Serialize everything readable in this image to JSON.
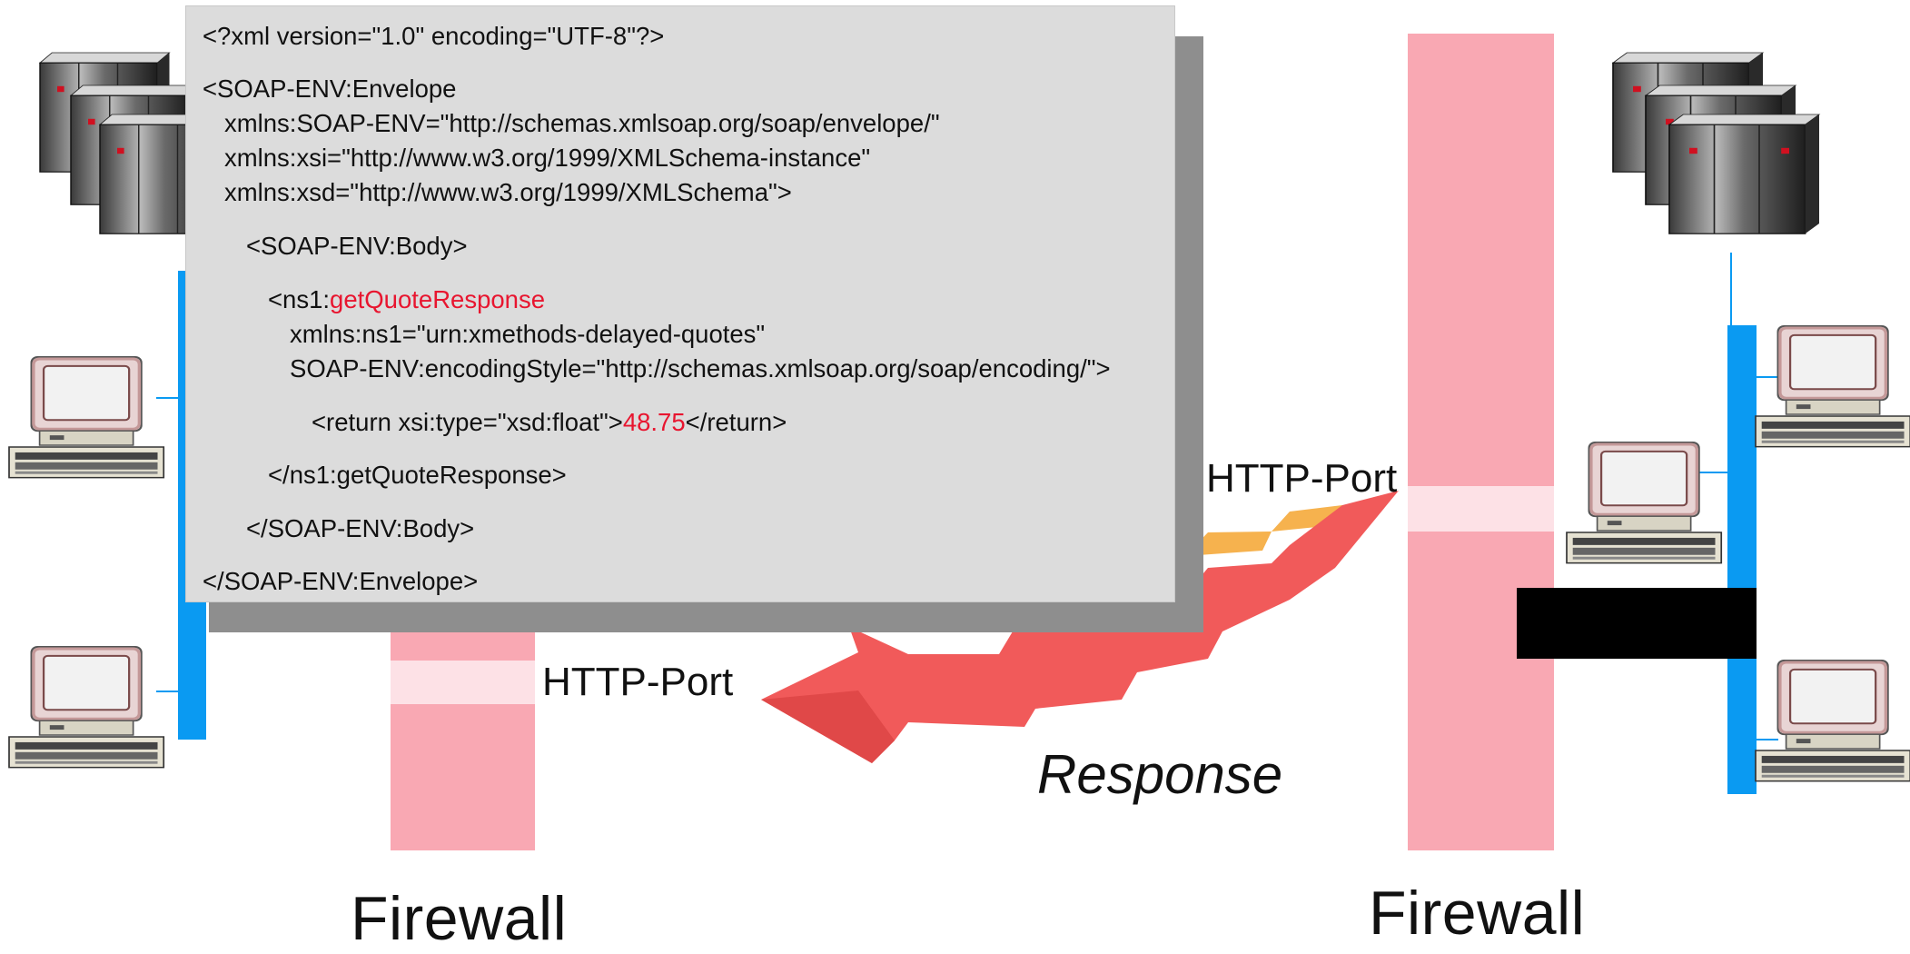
{
  "xml": {
    "decl": "<?xml version=\"1.0\" encoding=\"UTF-8\"?>",
    "env_open": "<SOAP-ENV:Envelope",
    "ns_env": "xmlns:SOAP-ENV=\"http://schemas.xmlsoap.org/soap/envelope/\"",
    "ns_xsi": "xmlns:xsi=\"http://www.w3.org/1999/XMLSchema-instance\"",
    "ns_xsd": "xmlns:xsd=\"http://www.w3.org/1999/XMLSchema\">",
    "body_open": "<SOAP-ENV:Body>",
    "resp_prefix": "<ns1:",
    "resp_name": "getQuoteResponse",
    "ns1": "xmlns:ns1=\"urn:xmethods-delayed-quotes\"",
    "encoding_style": "SOAP-ENV:encodingStyle=\"http://schemas.xmlsoap.org/soap/encoding/\">",
    "return_open": "<return xsi:type=\"xsd:float\">",
    "return_value": "48.75",
    "return_close": "</return>",
    "resp_close": "</ns1:getQuoteResponse>",
    "body_close": "</SOAP-ENV:Body>",
    "env_close": "</SOAP-ENV:Envelope>"
  },
  "labels": {
    "http_port_left": "HTTP-Port",
    "http_port_right": "HTTP-Port",
    "response": "Response",
    "firewall_left": "Firewall",
    "firewall_right": "Firewall"
  },
  "icons": [
    "server-cluster-icon",
    "desktop-computer-icon",
    "response-arrow-icon"
  ],
  "colors": {
    "firewall": "#f9a8b3",
    "network": "#0a9af2",
    "highlight": "#e8152f",
    "arrow": "#f15a5a"
  }
}
